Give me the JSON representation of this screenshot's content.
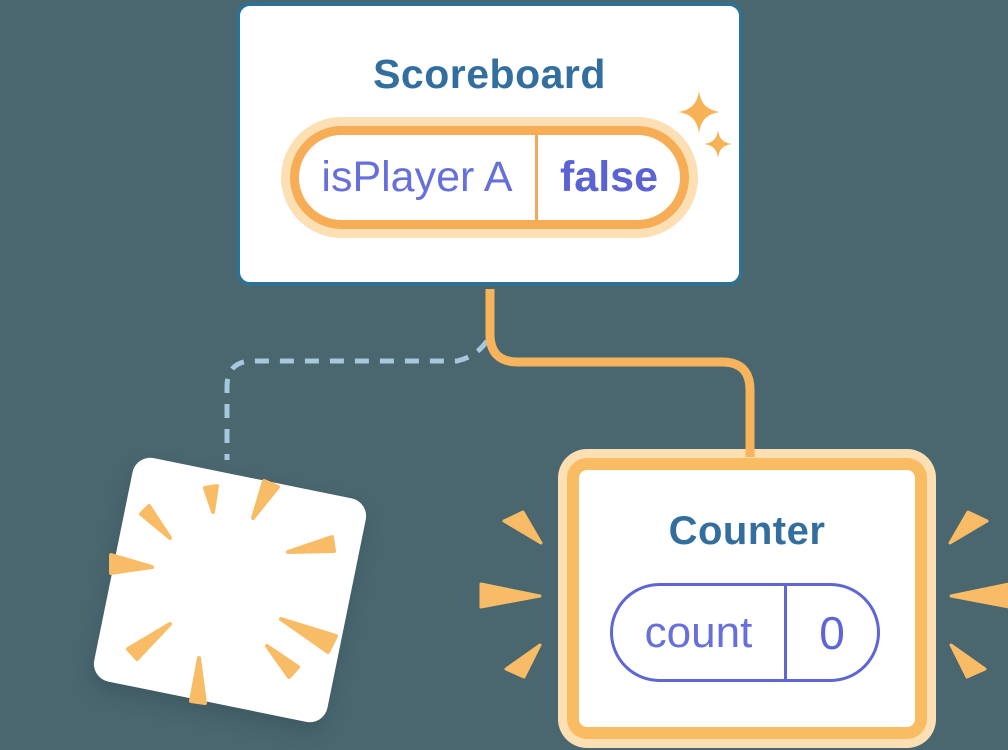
{
  "scoreboard": {
    "title": "Scoreboard",
    "state": {
      "name": "isPlayer A",
      "value": "false"
    }
  },
  "counter": {
    "title": "Counter",
    "state": {
      "name": "count",
      "value": "0"
    }
  },
  "colors": {
    "background": "#4A6770",
    "card_border_blue": "#2F7191",
    "title_text": "#336F9E",
    "state_key_purple": "#6770DA",
    "state_value_purple": "#5A62D4",
    "counter_pill_border": "#5E66D6",
    "orange_connector": "#F7B45C",
    "orange_pill_border": "#F6AD55",
    "orange_card_border": "#F9BC62",
    "orange_halo": "#FCDFB2",
    "dashed_line_blue": "#A6C7DC",
    "burst_orange": "#F8BC66",
    "sparkle_orange": "#F6B254",
    "card_fill": "#FFFFFF"
  }
}
